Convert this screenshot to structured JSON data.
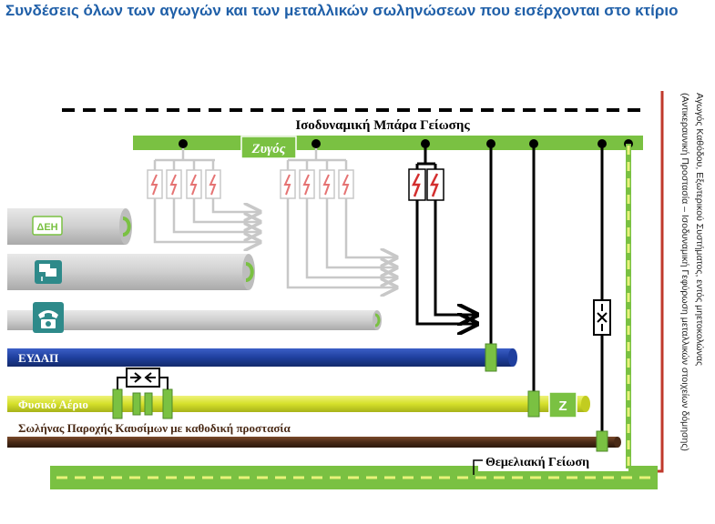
{
  "title": "Συνδέσεις όλων των αγωγών και των μεταλλικών σωληνώσεων που εισέρχονται στο κτίριο",
  "labels": {
    "bar": "Ισοδυναμική Μπάρα Γείωσης",
    "zygos": "Ζυγός",
    "deh": "ΔΕΗ",
    "eydap": "ΕΥΔΑΠ",
    "gas": "Φυσικό Αέριο",
    "fuel": "Σωλήνας Παροχής Καυσίμων με καθοδική προστασία",
    "foundation": "Θεμελιακή Γείωση",
    "z_mark": "Z",
    "side_line1": "Αγωγός Καθόδου, Εξωτερικού Συστήματος, εντός μηετοκολώνας",
    "side_line2": "(Αντικεραυνική Προστασία – Ισοδυναμική Γεφύρωση μεταλλικών στοιχείων δόμησης)"
  },
  "icons": {
    "deh": "deh-label-icon",
    "data": "computer-network-icon",
    "phone": "telephone-icon",
    "surge": "lightning-surge-icon",
    "spark_gap": "spark-gap-icon"
  },
  "colors": {
    "title": "#1f5fa8",
    "green_bar": "#7ac142",
    "eydap": "#1f3f9e",
    "gas": "#d5e02a",
    "fuel": "#4a2a16",
    "downconductor": "#c0392b",
    "grey_pipe": "#c8c8c8"
  }
}
